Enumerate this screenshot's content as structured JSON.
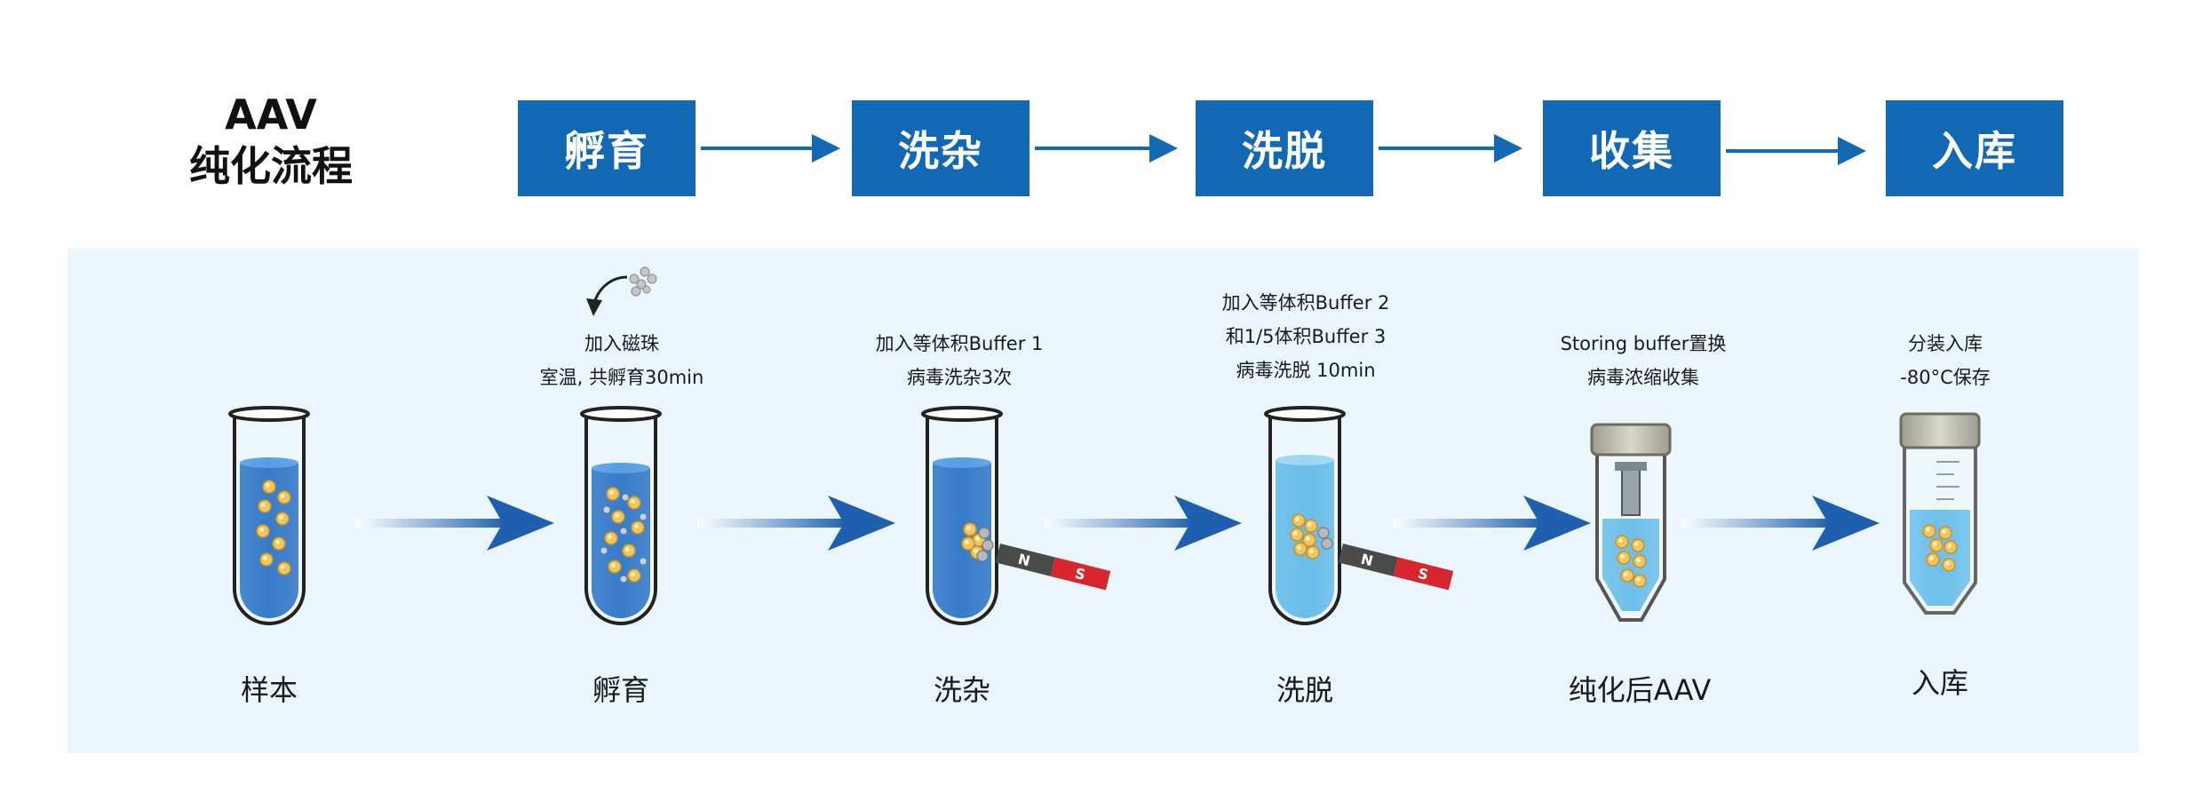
{
  "title": {
    "line1": "AAV",
    "line2": "纯化流程"
  },
  "flow_steps": [
    "孵育",
    "洗杂",
    "洗脱",
    "收集",
    "入库"
  ],
  "stages": [
    {
      "label": "样本",
      "caption": []
    },
    {
      "label": "孵育",
      "caption": [
        "加入磁珠",
        "室温, 共孵育30min"
      ]
    },
    {
      "label": "洗杂",
      "caption": [
        "加入等体积Buffer 1",
        "病毒洗杂3次"
      ]
    },
    {
      "label": "洗脱",
      "caption": [
        "加入等体积Buffer 2",
        "和1/5体积Buffer 3",
        "病毒洗脱 10min"
      ]
    },
    {
      "label": "纯化后AAV",
      "caption": [
        "Storing buffer置换",
        "病毒浓缩收集"
      ]
    },
    {
      "label": "入库",
      "caption": [
        "分装入库",
        "-80°C保存"
      ]
    }
  ],
  "magnet": {
    "north": "N",
    "south": "S"
  },
  "colors": {
    "step_box": "#1268b3",
    "panel_bg": "#eaf6fb",
    "liquid_dark": "#1565c0",
    "liquid_light": "#4fb3e6",
    "bead": "#f2c65a",
    "magnet_red": "#d7262e",
    "magnet_gray": "#4a4a4a"
  }
}
